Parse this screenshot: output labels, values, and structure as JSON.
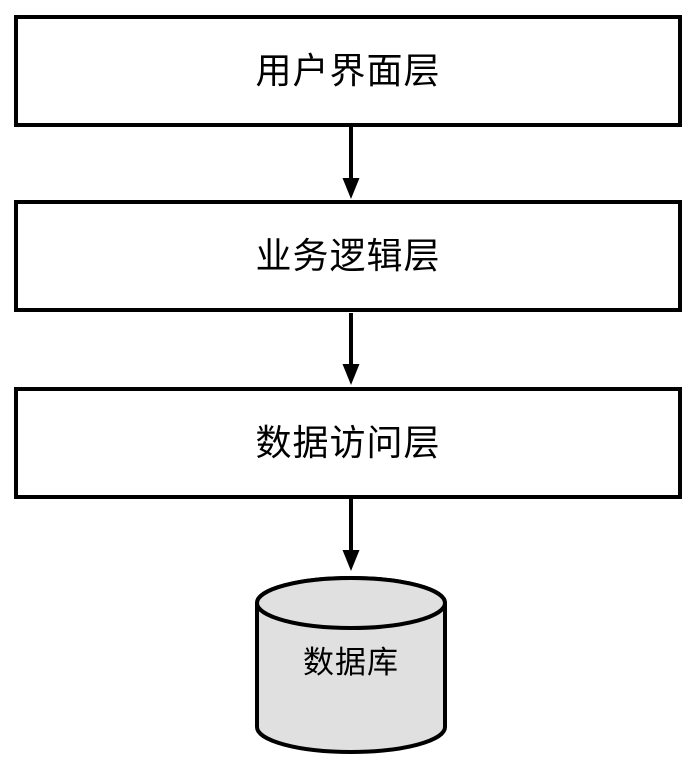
{
  "diagram": {
    "type": "layered-architecture-flowchart",
    "nodes": [
      {
        "id": "ui-layer",
        "label": "用户界面层",
        "shape": "rectangle"
      },
      {
        "id": "business-layer",
        "label": "业务逻辑层",
        "shape": "rectangle"
      },
      {
        "id": "data-access-layer",
        "label": "数据访问层",
        "shape": "rectangle"
      },
      {
        "id": "database",
        "label": "数据库",
        "shape": "cylinder"
      }
    ],
    "edges": [
      {
        "from": "ui-layer",
        "to": "business-layer",
        "style": "solid-arrow"
      },
      {
        "from": "business-layer",
        "to": "data-access-layer",
        "style": "solid-arrow"
      },
      {
        "from": "data-access-layer",
        "to": "database",
        "style": "solid-arrow"
      }
    ],
    "colors": {
      "background": "#ffffff",
      "stroke": "#000000",
      "rect_fill": "#ffffff",
      "cylinder_fill": "#e0e0e0",
      "text": "#000000"
    }
  }
}
